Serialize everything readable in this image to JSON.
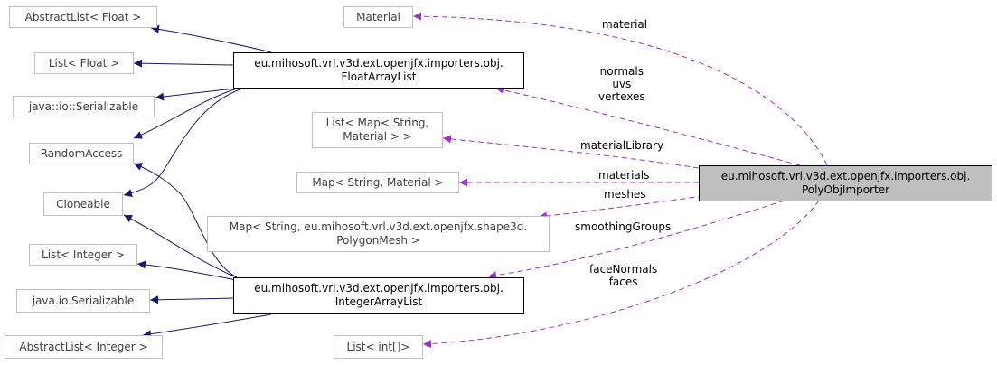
{
  "colors": {
    "inheritance_edge": "#191970",
    "usage_edge": "#9a32cd",
    "focus_fill": "#bfbfbf",
    "faded_border": "#bfbfbf"
  },
  "nodes": {
    "abstractlist_float": "AbstractList< Float >",
    "list_float": "List< Float >",
    "java_io_serializable_cpp": "java::io::Serializable",
    "randomaccess": "RandomAccess",
    "cloneable": "Cloneable",
    "list_integer": "List< Integer >",
    "java_io_serializable": "java.io.Serializable",
    "abstractlist_integer": "AbstractList< Integer >",
    "floatarraylist": {
      "line1": "eu.mihosoft.vrl.v3d.ext.openjfx.importers.obj.",
      "line2": "FloatArrayList"
    },
    "integerarraylist": {
      "line1": "eu.mihosoft.vrl.v3d.ext.openjfx.importers.obj.",
      "line2": "IntegerArrayList"
    },
    "material": "Material",
    "list_map": {
      "line1": "List< Map< String,",
      "line2": "Material > >"
    },
    "map_string_material": "Map< String, Material >",
    "map_polygonmesh": {
      "line1": "Map< String, eu.mihosoft.vrl.v3d.ext.openjfx.shape3d.",
      "line2": "PolygonMesh >"
    },
    "list_intarray": "List< int[]>",
    "polyobjimporter": {
      "line1": "eu.mihosoft.vrl.v3d.ext.openjfx.importers.obj.",
      "line2": "PolyObjImporter"
    }
  },
  "edge_labels": {
    "material": "material",
    "normals": "normals",
    "uvs": "uvs",
    "vertexes": "vertexes",
    "materiallibrary": "materialLibrary",
    "materials": "materials",
    "meshes": "meshes",
    "smoothinggroups": "smoothingGroups",
    "facenormals": "faceNormals",
    "faces": "faces"
  }
}
